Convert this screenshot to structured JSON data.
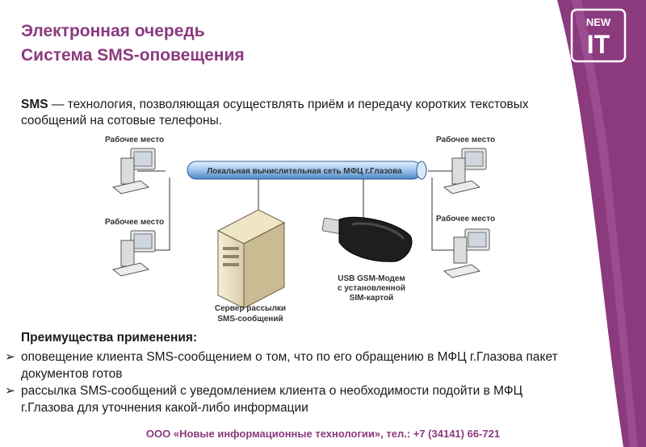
{
  "header": {
    "title_line1": "Электронная очередь",
    "title_line2": "Система SMS-оповещения"
  },
  "intro": {
    "term": "SMS",
    "text": " — технология, позволяющая осуществлять приём и передачу коротких текстовых сообщений на сотовые телефоны."
  },
  "diagram": {
    "network_label": "Локальная вычислительная сеть МФЦ г.Глазова",
    "workstations": [
      "Рабочее место",
      "Рабочее место",
      "Рабочее место",
      "Рабочее место"
    ],
    "server_label_line1": "Сервер рассылки",
    "server_label_line2": "SMS-сообщений",
    "modem_label_line1": "USB GSM-Модем",
    "modem_label_line2": "с установленной",
    "modem_label_line3": "SIM-картой"
  },
  "advantages": {
    "title": "Преимущества применения:",
    "items": [
      "оповещение клиента SMS-сообщением о том, что по его обращению в МФЦ г.Глазова пакет документов готов",
      "рассылка SMS-сообщений с уведомлением клиента о необходимости подойти в МФЦ г.Глазова для уточнения какой-либо информации"
    ]
  },
  "footer": {
    "text": "ООО «Новые информационные технологии», тел.: +7 (34141) 66-721"
  },
  "logo": {
    "top_text": "NEW",
    "main_text": "IT"
  },
  "colors": {
    "brand": "#8b3a7e",
    "brand_dark": "#6f2a63"
  }
}
